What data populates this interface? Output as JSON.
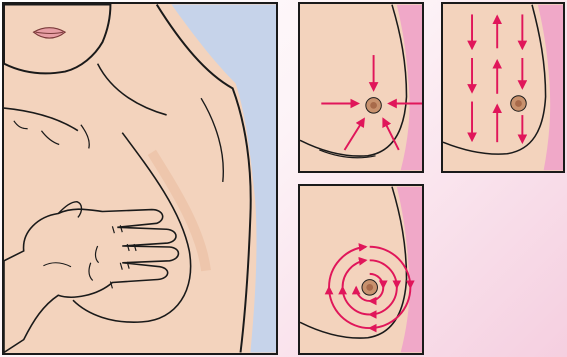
{
  "colors": {
    "skin": "#f3d3bd",
    "skin_shade": "#e7b394",
    "background_blue": "#c6d3ea",
    "background_pink": "#f0a8c8",
    "outline": "#1a1a1a",
    "arrow": "#e0165a",
    "nipple": "#a86a4a"
  },
  "panels": [
    {
      "id": "main",
      "name": "hand-on-breast-illustration"
    },
    {
      "id": "vertical",
      "name": "radial-arrows-illustration",
      "arrows": 5
    },
    {
      "id": "strip",
      "name": "vertical-strip-arrows-illustration",
      "arrows": 9
    },
    {
      "id": "circular",
      "name": "circular-arrows-illustration",
      "rings": 3
    }
  ]
}
